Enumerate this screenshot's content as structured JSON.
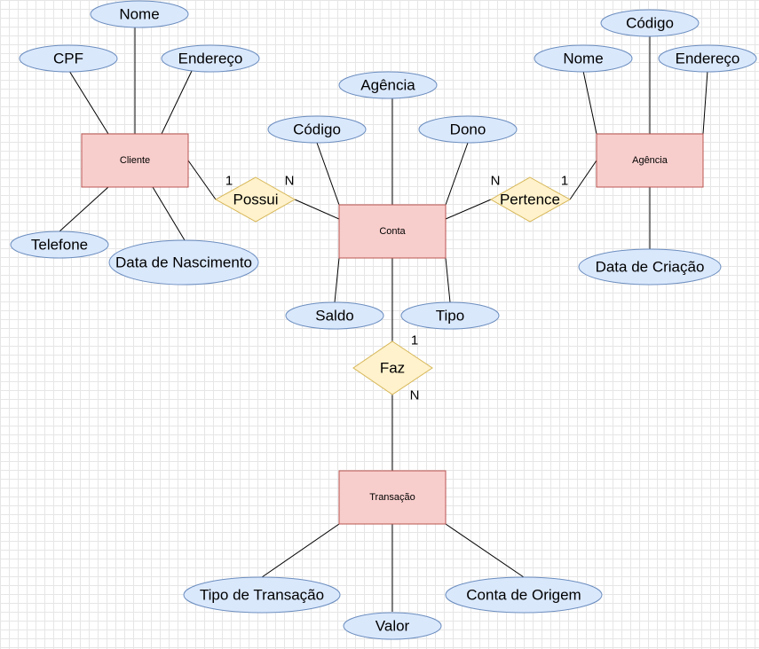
{
  "entities": {
    "cliente": {
      "label": "Cliente",
      "attributes": {
        "nome": "Nome",
        "cpf": "CPF",
        "endereco": "Endereço",
        "telefone": "Telefone",
        "data_nascimento": "Data de Nascimento"
      }
    },
    "conta": {
      "label": "Conta",
      "attributes": {
        "agencia": "Agência",
        "codigo": "Código",
        "dono": "Dono",
        "saldo": "Saldo",
        "tipo": "Tipo"
      }
    },
    "agencia": {
      "label": "Agência",
      "attributes": {
        "codigo": "Código",
        "nome": "Nome",
        "endereco": "Endereço",
        "data_criacao": "Data de Criação"
      }
    },
    "transacao": {
      "label": "Transação",
      "attributes": {
        "tipo_transacao": "Tipo de Transação",
        "valor": "Valor",
        "conta_origem": "Conta de Origem"
      }
    }
  },
  "relationships": {
    "possui": {
      "label": "Possui",
      "card_left": "1",
      "card_right": "N"
    },
    "pertence": {
      "label": "Pertence",
      "card_left": "N",
      "card_right": "1"
    },
    "faz": {
      "label": "Faz",
      "card_top": "1",
      "card_bottom": "N"
    }
  },
  "colors": {
    "entity_fill": "#f8cecc",
    "entity_stroke": "#b85450",
    "attribute_fill": "#dae8fc",
    "attribute_stroke": "#6c8ebf",
    "relationship_fill": "#fff2cc",
    "relationship_stroke": "#d6b656",
    "grid": "#e6e6e6"
  }
}
